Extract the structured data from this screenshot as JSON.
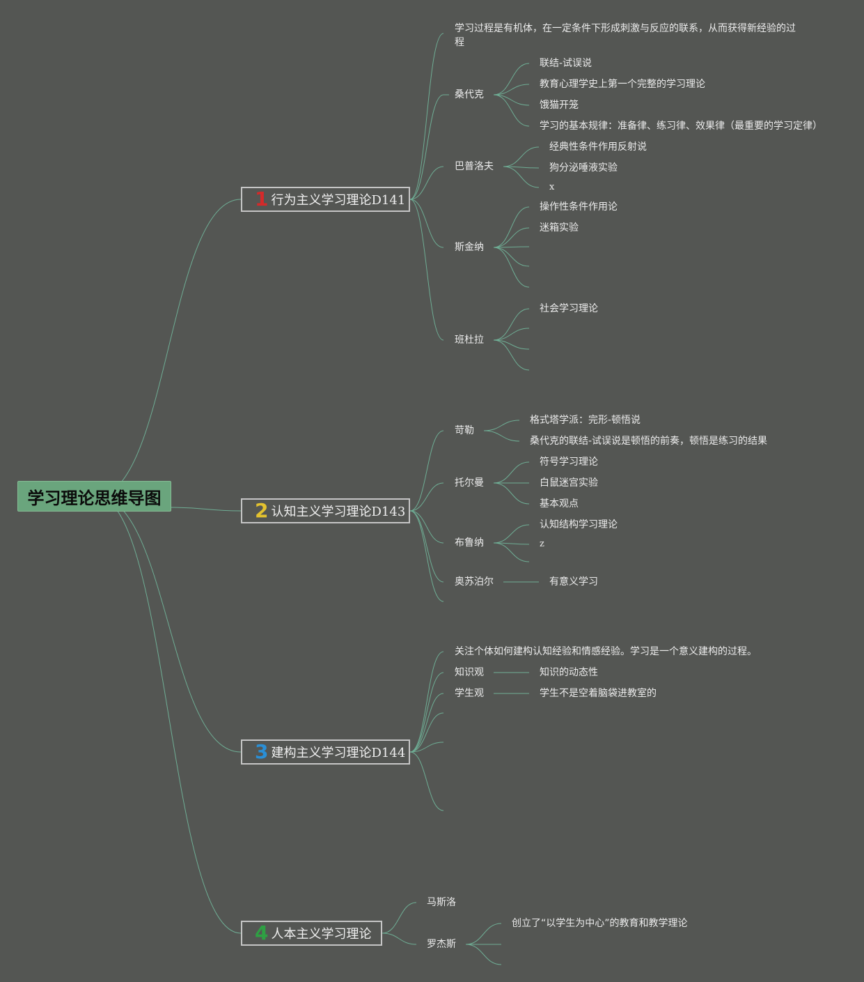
{
  "root": {
    "label": "学习理论思维导图"
  },
  "branches": [
    {
      "num": "1",
      "num_color": "#d42a2a",
      "label": "行为主义学习理论D141",
      "items": [
        {
          "label": "学习过程是有机体，在一定条件下形成刺激与反应的联系，从而获得新经验的过程",
          "children": []
        },
        {
          "label": "桑代克",
          "children": [
            "联结-试误说",
            "教育心理学史上第一个完整的学习理论",
            "饿猫开笼",
            "学习的基本规律：准备律、练习律、效果律（最重要的学习定律）"
          ]
        },
        {
          "label": "巴普洛夫",
          "children": [
            "经典性条件作用反射说",
            "狗分泌唾液实验",
            "x"
          ]
        },
        {
          "label": "斯金纳",
          "children": [
            "操作性条件作用论",
            "迷箱实验",
            "",
            "",
            ""
          ]
        },
        {
          "label": "班杜拉",
          "children": [
            "社会学习理论",
            "",
            "",
            ""
          ]
        }
      ]
    },
    {
      "num": "2",
      "num_color": "#e3c22f",
      "label": "认知主义学习理论D143",
      "items": [
        {
          "label": "苛勒",
          "children": [
            "格式塔学派：完形-顿悟说",
            "桑代克的联结-试误说是顿悟的前奏，顿悟是练习的结果"
          ]
        },
        {
          "label": "托尔曼",
          "children": [
            "符号学习理论",
            "白鼠迷宫实验",
            "基本观点"
          ]
        },
        {
          "label": "布鲁纳",
          "children": [
            "认知结构学习理论",
            "z",
            ""
          ]
        },
        {
          "label": "奥苏泊尔",
          "children": [
            "有意义学习"
          ]
        },
        {
          "label": "",
          "children": []
        }
      ]
    },
    {
      "num": "3",
      "num_color": "#2a8fd6",
      "label": "建构主义学习理论D144",
      "items": [
        {
          "label": "关注个体如何建构认知经验和情感经验。学习是一个意义建构的过程。",
          "children": []
        },
        {
          "label": "知识观",
          "children": [
            "知识的动态性"
          ]
        },
        {
          "label": "学生观",
          "children": [
            "学生不是空着脑袋进教室的"
          ]
        },
        {
          "label": "",
          "children": []
        },
        {
          "label": "",
          "children": []
        },
        {
          "label": "",
          "children": []
        }
      ]
    },
    {
      "num": "4",
      "num_color": "#2ea043",
      "label": "人本主义学习理论",
      "items": [
        {
          "label": "马斯洛",
          "children": []
        },
        {
          "label": "罗杰斯",
          "children": [
            "创立了“以学生为中心”的教育和教学理论",
            "",
            ""
          ]
        }
      ]
    }
  ]
}
